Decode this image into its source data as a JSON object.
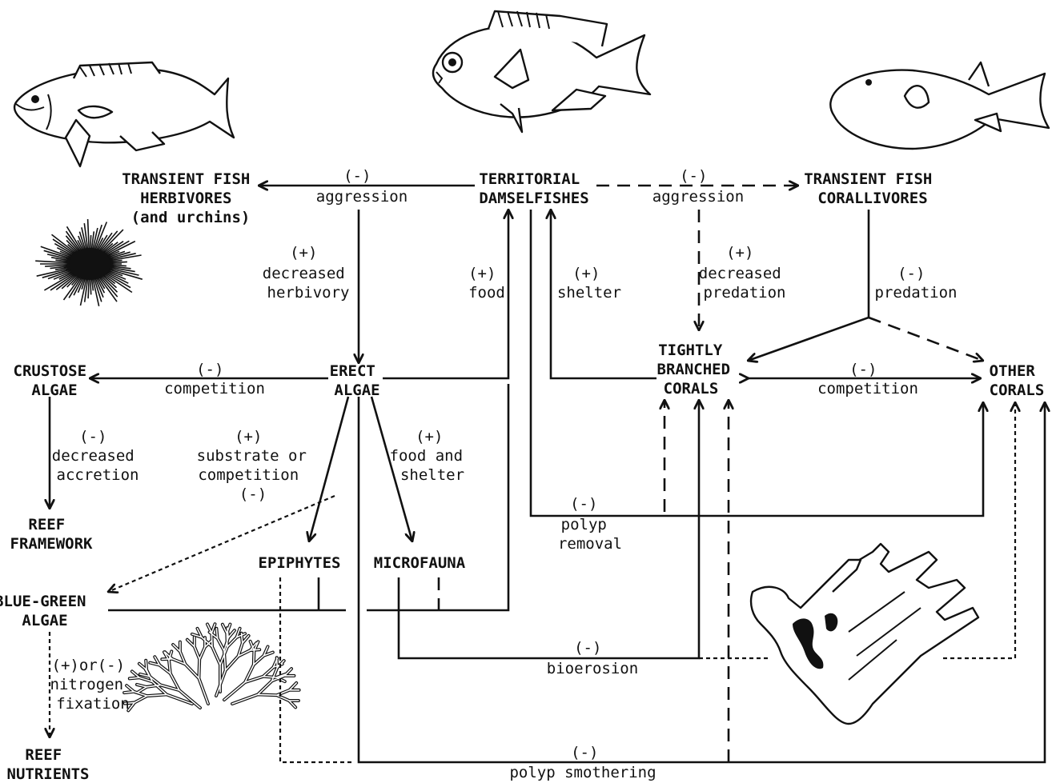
{
  "nodes": {
    "herbivores": [
      "TRANSIENT FISH",
      "HERBIVORES",
      "(and urchins)"
    ],
    "damselfishes": [
      "TERRITORIAL",
      "DAMSELFISHES"
    ],
    "corallivores": [
      "TRANSIENT FISH",
      "CORALLIVORES"
    ],
    "crustose": [
      "CRUSTOSE",
      "ALGAE"
    ],
    "erect": [
      "ERECT",
      "ALGAE"
    ],
    "tightly": [
      "TIGHTLY",
      "BRANCHED",
      "CORALS"
    ],
    "other": [
      "OTHER",
      "CORALS"
    ],
    "framework": [
      "REEF",
      "FRAMEWORK"
    ],
    "epiphytes": [
      "EPIPHYTES"
    ],
    "microfauna": [
      "MICROFAUNA"
    ],
    "bluegreen": [
      "BLUE-GREEN",
      "ALGAE"
    ],
    "nutrients": [
      "REEF",
      "NUTRIENTS"
    ]
  },
  "interactions": {
    "aggression_left": [
      "(-)",
      "aggression"
    ],
    "aggression_right": [
      "(-)",
      "aggression"
    ],
    "herbivory": [
      "(+)",
      "decreased",
      "herbivory"
    ],
    "food": [
      "(+)",
      "food"
    ],
    "shelter": [
      "(+)",
      "shelter"
    ],
    "predation_decreased": [
      "(+)",
      "decreased",
      "predation"
    ],
    "predation": [
      "(-)",
      "predation"
    ],
    "competition_left": [
      "(-)",
      "competition"
    ],
    "competition_right": [
      "(-)",
      "competition"
    ],
    "accretion": [
      "(-)",
      "decreased",
      "accretion"
    ],
    "substrate": [
      "(+)",
      "substrate or",
      "competition",
      "(-)"
    ],
    "food_shelter": [
      "(+)",
      "food and",
      "shelter"
    ],
    "polyp_removal": [
      "(-)",
      "polyp",
      "removal"
    ],
    "nitrogen": [
      "(+)or(-)",
      "nitrogen",
      "fixation"
    ],
    "bioerosion": [
      "(-)",
      "bioerosion"
    ],
    "smothering": [
      "(-)",
      "polyp smothering"
    ]
  },
  "illustrations": [
    "parrotfish-illustration",
    "damselfish-illustration",
    "pufferfish-illustration",
    "sea-urchin-illustration",
    "branching-coral-illustration",
    "staghorn-coral-illustration"
  ]
}
